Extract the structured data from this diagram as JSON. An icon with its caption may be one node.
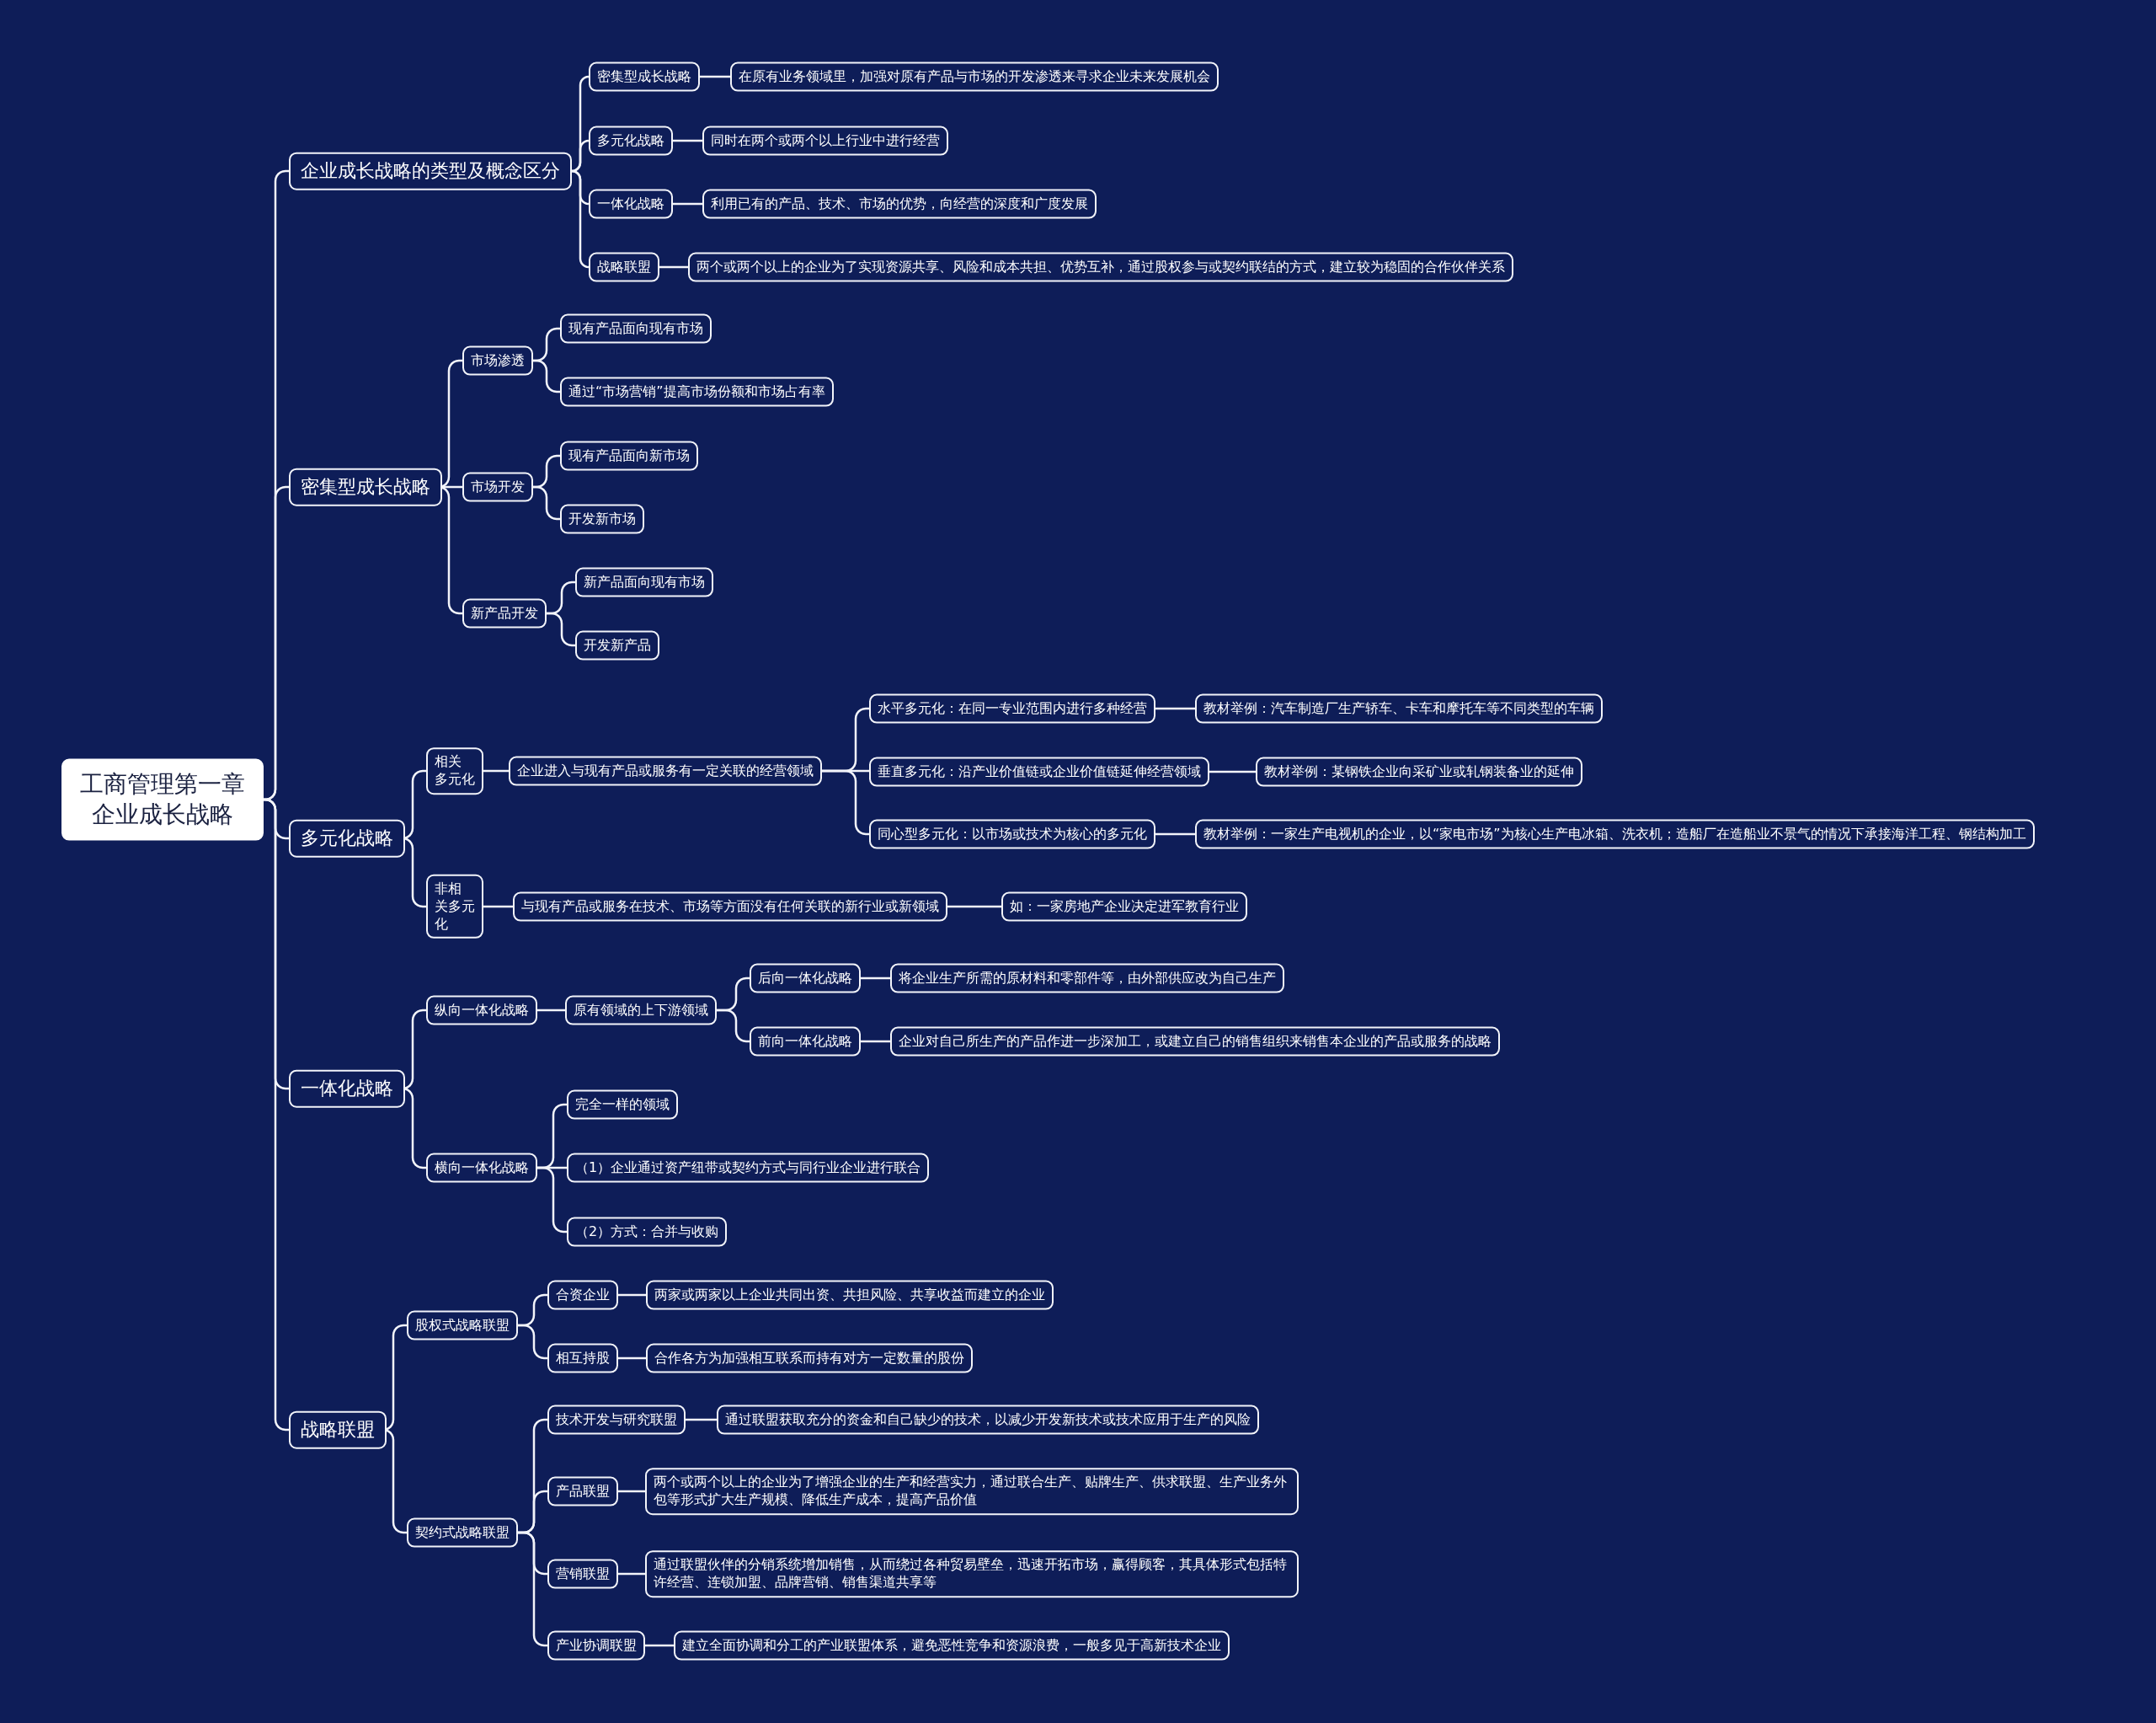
{
  "diagram": {
    "nodes": [
      {
        "text": [
          "工商管理第一章企业成长战略"
        ]
      },
      {
        "text": [
          "企业成长战略的类型及概念区分"
        ]
      },
      {
        "text": [
          "密集型成长战略"
        ]
      },
      {
        "text": [
          "在原有业务领域里，加强对原有产品与市场的开发渗透来寻求企业未来发展机会"
        ]
      },
      {
        "text": [
          "多元化战略"
        ]
      },
      {
        "text": [
          "同时在两个或两个以上行业中进行经营"
        ]
      },
      {
        "text": [
          "一体化战略"
        ]
      },
      {
        "text": [
          "利用已有的产品、技术、市场的优势，向经营的深度和广度发展"
        ]
      },
      {
        "text": [
          "战略联盟"
        ]
      },
      {
        "text": [
          "两个或两个以上的企业为了实现资源共享、风险和成本共担、优势互补，通过股权参与或契约联结的方式，建立较为稳固的合作伙伴关系"
        ]
      },
      {
        "text": [
          "密集型成长战略"
        ]
      },
      {
        "text": [
          "市场渗透"
        ]
      },
      {
        "text": [
          "现有产品面向现有市场"
        ]
      },
      {
        "text": [
          "通过“市场营销”提高市场份额和市场占有率"
        ]
      },
      {
        "text": [
          "市场开发"
        ]
      },
      {
        "text": [
          "现有产品面向新市场"
        ]
      },
      {
        "text": [
          "开发新市场"
        ]
      },
      {
        "text": [
          "新产品开发"
        ]
      },
      {
        "text": [
          "新产品面向现有市场"
        ]
      },
      {
        "text": [
          "开发新产品"
        ]
      },
      {
        "text": [
          "多元化战略"
        ]
      },
      {
        "text": [
          "相关多元化"
        ]
      },
      {
        "text": [
          "企业进入与现有产品或服务有一定关联的经营领域"
        ]
      },
      {
        "text": [
          "水平多元化：在同一专业范围内进行多种经营"
        ]
      },
      {
        "text": [
          "教材举例：汽车制造厂生产轿车、卡车和摩托车等不同类型的车辆"
        ]
      },
      {
        "text": [
          "垂直多元化：沿产业价值链或企业价值链延伸经营领域"
        ]
      },
      {
        "text": [
          "教材举例：某钢铁企业向采矿业或轧钢装备业的延伸"
        ]
      },
      {
        "text": [
          "同心型多元化：以市场或技术为核心的多元化"
        ]
      },
      {
        "text": [
          "教材举例：一家生产电视机的企业，以“家电市场”为核心生产电冰箱、洗衣机；造船厂在造船业不景气的情况下承接海洋工程、钢结构加工"
        ]
      },
      {
        "text": [
          "非相关多元化"
        ]
      },
      {
        "text": [
          "与现有产品或服务在技术、市场等方面没有任何关联的新行业或新领域"
        ]
      },
      {
        "text": [
          "如：一家房地产企业决定进军教育行业"
        ]
      },
      {
        "text": [
          "一体化战略"
        ]
      },
      {
        "text": [
          "纵向一体化战略"
        ]
      },
      {
        "text": [
          "原有领域的上下游领域"
        ]
      },
      {
        "text": [
          "后向一体化战略"
        ]
      },
      {
        "text": [
          "将企业生产所需的原材料和零部件等，由外部供应改为自己生产"
        ]
      },
      {
        "text": [
          "前向一体化战略"
        ]
      },
      {
        "text": [
          "企业对自己所生产的产品作进一步深加工，或建立自己的销售组织来销售本企业的产品或服务的战略"
        ]
      },
      {
        "text": [
          "横向一体化战略"
        ]
      },
      {
        "text": [
          "完全一样的领域"
        ]
      },
      {
        "text": [
          "（1）企业通过资产纽带或契约方式与同行业企业进行联合"
        ]
      },
      {
        "text": [
          "（2）方式：合并与收购"
        ]
      },
      {
        "text": [
          "战略联盟"
        ]
      },
      {
        "text": [
          "股权式战略联盟"
        ]
      },
      {
        "text": [
          "合资企业"
        ]
      },
      {
        "text": [
          "两家或两家以上企业共同出资、共担风险、共享收益而建立的企业"
        ]
      },
      {
        "text": [
          "相互持股"
        ]
      },
      {
        "text": [
          "合作各方为加强相互联系而持有对方一定数量的股份"
        ]
      },
      {
        "text": [
          "契约式战略联盟"
        ]
      },
      {
        "text": [
          "技术开发与研究联盟"
        ]
      },
      {
        "text": [
          "通过联盟获取充分的资金和自己缺少的技术，以减少开发新技术或技术应用于生产的风险"
        ]
      },
      {
        "text": [
          "产品联盟"
        ]
      },
      {
        "text": [
          "两个或两个以上的企业为了增强企业的生产和经营实力，通过联合生产、贴牌生产、供求联盟、生产业务外包等形式扩大生产规模、降低生产成本，提高产品价值"
        ]
      },
      {
        "text": [
          "营销联盟"
        ]
      },
      {
        "text": [
          "通过联盟伙伴的分销系统增加销售，从而绕过各种贸易壁垒，迅速开拓市场，赢得顾客，其具体形式包括特许经营、连锁加盟、品牌营销、销售渠道共享等"
        ]
      },
      {
        "text": [
          "产业协调联盟"
        ]
      },
      {
        "text": [
          "建立全面协调和分工的产业联盟体系，避免恶性竞争和资源浪费，一般多见于高新技术企业"
        ]
      }
    ],
    "edges": [
      {
        "from": 0,
        "to": 1,
        "arrow": "none"
      },
      {
        "from": 1,
        "to": 2,
        "arrow": "none"
      },
      {
        "from": 2,
        "to": 3,
        "arrow": "none"
      },
      {
        "from": 1,
        "to": 4,
        "arrow": "none"
      },
      {
        "from": 4,
        "to": 5,
        "arrow": "none"
      },
      {
        "from": 1,
        "to": 6,
        "arrow": "none"
      },
      {
        "from": 6,
        "to": 7,
        "arrow": "none"
      },
      {
        "from": 1,
        "to": 8,
        "arrow": "none"
      },
      {
        "from": 8,
        "to": 9,
        "arrow": "none"
      },
      {
        "from": 0,
        "to": 10,
        "arrow": "none"
      },
      {
        "from": 10,
        "to": 11,
        "arrow": "none"
      },
      {
        "from": 11,
        "to": 12,
        "arrow": "none"
      },
      {
        "from": 11,
        "to": 13,
        "arrow": "none"
      },
      {
        "from": 10,
        "to": 14,
        "arrow": "none"
      },
      {
        "from": 14,
        "to": 15,
        "arrow": "none"
      },
      {
        "from": 14,
        "to": 16,
        "arrow": "none"
      },
      {
        "from": 10,
        "to": 17,
        "arrow": "none"
      },
      {
        "from": 17,
        "to": 18,
        "arrow": "none"
      },
      {
        "from": 17,
        "to": 19,
        "arrow": "none"
      },
      {
        "from": 0,
        "to": 20,
        "arrow": "none"
      },
      {
        "from": 20,
        "to": 21,
        "arrow": "none"
      },
      {
        "from": 21,
        "to": 22,
        "arrow": "none"
      },
      {
        "from": 22,
        "to": 23,
        "arrow": "none"
      },
      {
        "from": 23,
        "to": 24,
        "arrow": "none"
      },
      {
        "from": 22,
        "to": 25,
        "arrow": "none"
      },
      {
        "from": 25,
        "to": 26,
        "arrow": "none"
      },
      {
        "from": 22,
        "to": 27,
        "arrow": "none"
      },
      {
        "from": 27,
        "to": 28,
        "arrow": "none"
      },
      {
        "from": 20,
        "to": 29,
        "arrow": "none"
      },
      {
        "from": 29,
        "to": 30,
        "arrow": "none"
      },
      {
        "from": 30,
        "to": 31,
        "arrow": "none"
      },
      {
        "from": 0,
        "to": 32,
        "arrow": "none"
      },
      {
        "from": 32,
        "to": 33,
        "arrow": "none"
      },
      {
        "from": 33,
        "to": 34,
        "arrow": "none"
      },
      {
        "from": 34,
        "to": 35,
        "arrow": "none"
      },
      {
        "from": 35,
        "to": 36,
        "arrow": "none"
      },
      {
        "from": 34,
        "to": 37,
        "arrow": "none"
      },
      {
        "from": 37,
        "to": 38,
        "arrow": "none"
      },
      {
        "from": 32,
        "to": 39,
        "arrow": "none"
      },
      {
        "from": 39,
        "to": 40,
        "arrow": "none"
      },
      {
        "from": 39,
        "to": 41,
        "arrow": "none"
      },
      {
        "from": 39,
        "to": 42,
        "arrow": "none"
      },
      {
        "from": 0,
        "to": 43,
        "arrow": "none"
      },
      {
        "from": 43,
        "to": 44,
        "arrow": "none"
      },
      {
        "from": 44,
        "to": 45,
        "arrow": "none"
      },
      {
        "from": 45,
        "to": 46,
        "arrow": "none"
      },
      {
        "from": 44,
        "to": 47,
        "arrow": "none"
      },
      {
        "from": 47,
        "to": 48,
        "arrow": "none"
      },
      {
        "from": 43,
        "to": 49,
        "arrow": "none"
      },
      {
        "from": 49,
        "to": 50,
        "arrow": "none"
      },
      {
        "from": 50,
        "to": 51,
        "arrow": "none"
      },
      {
        "from": 49,
        "to": 52,
        "arrow": "none"
      },
      {
        "from": 52,
        "to": 53,
        "arrow": "none"
      },
      {
        "from": 49,
        "to": 54,
        "arrow": "none"
      },
      {
        "from": 54,
        "to": 55,
        "arrow": "none"
      },
      {
        "from": 49,
        "to": 56,
        "arrow": "none"
      },
      {
        "from": 56,
        "to": 57,
        "arrow": "none"
      }
    ]
  }
}
